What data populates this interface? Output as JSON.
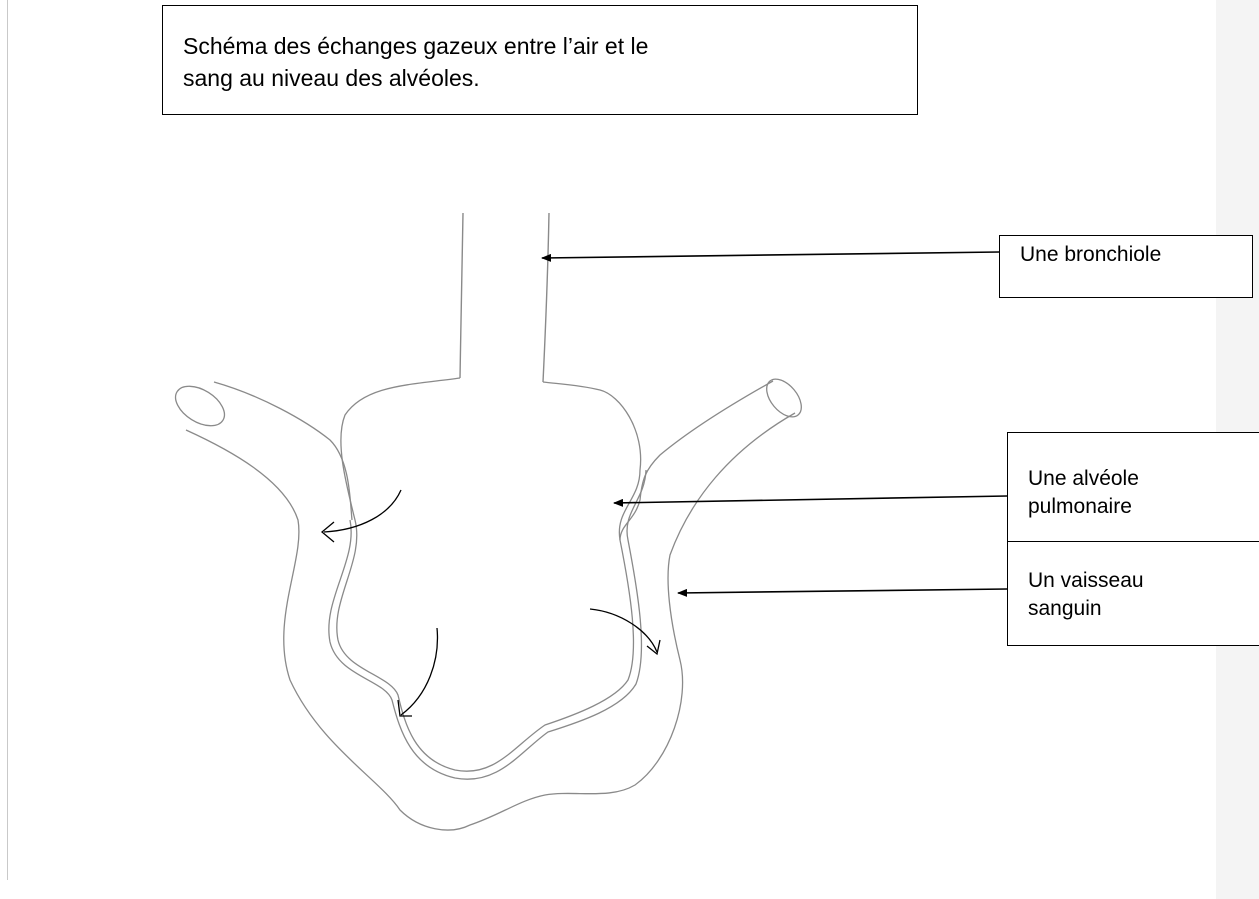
{
  "title": {
    "line1": "Schéma des échanges gazeux entre l’air et le",
    "line2": "sang  au niveau des alvéoles."
  },
  "labels": {
    "bronchiole": "Une bronchiole",
    "alveole_line1": "Une alvéole",
    "alveole_line2": "pulmonaire",
    "vaisseau_line1": "Un vaisseau",
    "vaisseau_line2": "sanguin"
  },
  "colors": {
    "sketch_line": "#8a8a8a",
    "pointer_line": "#000000"
  }
}
